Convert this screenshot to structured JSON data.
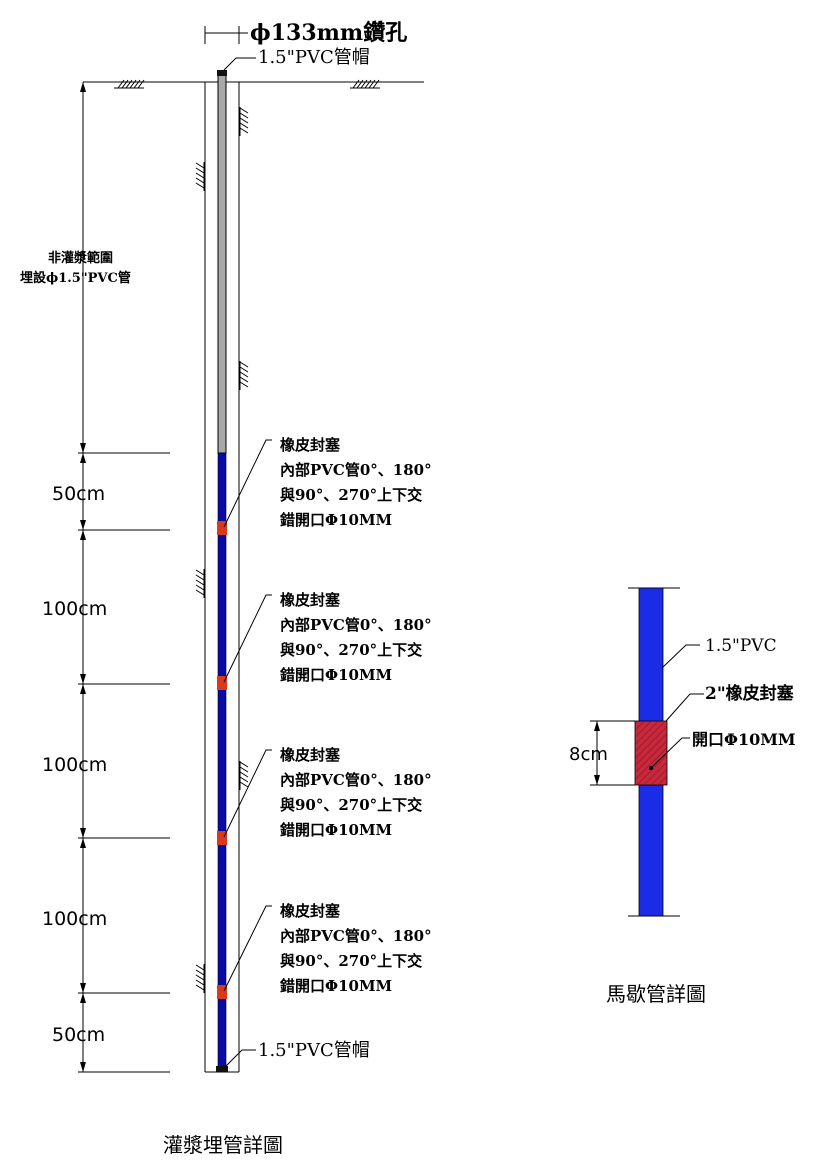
{
  "top": {
    "bore_label": "ϕ133mm鑽孔",
    "cap_label": "1.5\"PVC管帽"
  },
  "non_grout": {
    "line1": "非灌漿範圍",
    "line2": "埋設ϕ1.5\"PVC管"
  },
  "dimensions": [
    "50cm",
    "100cm",
    "100cm",
    "100cm",
    "50cm"
  ],
  "packer_notes": [
    {
      "line1": "橡皮封塞",
      "line2": "內部PVC管0°、180°",
      "line3": "與90°、270°上下交",
      "line4": "錯開口Φ10MM"
    },
    {
      "line1": "橡皮封塞",
      "line2": "內部PVC管0°、180°",
      "line3": "與90°、270°上下交",
      "line4": "錯開口Φ10MM"
    },
    {
      "line1": "橡皮封塞",
      "line2": "內部PVC管0°、180°",
      "line3": "與90°、270°上下交",
      "line4": "錯開口Φ10MM"
    },
    {
      "line1": "橡皮封塞",
      "line2": "內部PVC管0°、180°",
      "line3": "與90°、270°上下交",
      "line4": "錯開口Φ10MM"
    }
  ],
  "bottom_cap_label": "1.5\"PVC管帽",
  "left_caption": "灌漿埋管詳圖",
  "detail": {
    "pvc_label": "1.5\"PVC",
    "packer_label": "2\"橡皮封塞",
    "opening_label": "開口Φ10MM",
    "length_label": "8cm",
    "caption": "馬歇管詳圖"
  },
  "colors": {
    "pipe_blue": "#0a0aa8",
    "detail_blue": "#1a2ce6",
    "packer_red": "#d83a1e",
    "detail_packer": "#c8283c",
    "upper_pipe_gray": "#a8a8a8"
  }
}
